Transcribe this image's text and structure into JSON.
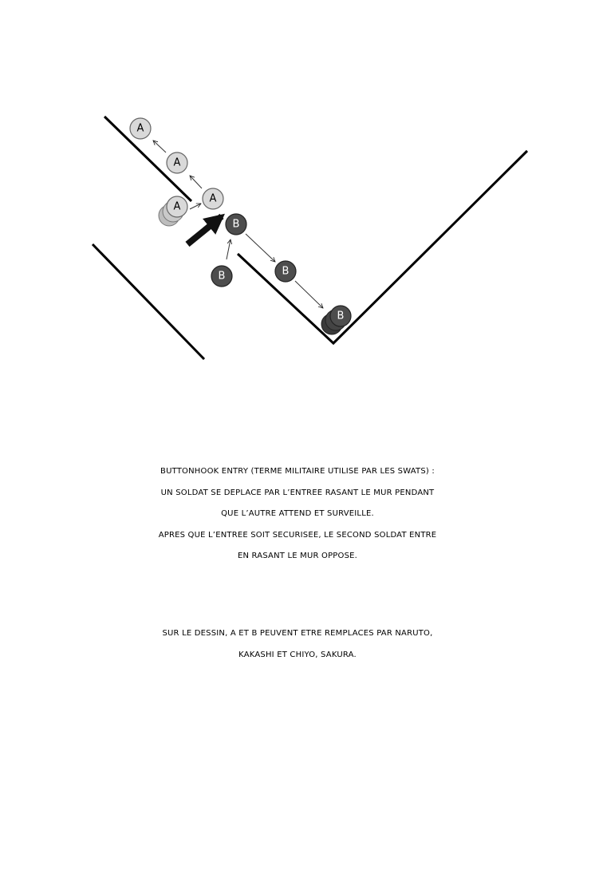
{
  "diagram": {
    "agent_a_label": "A",
    "agent_b_label": "B"
  },
  "explanation": {
    "lines": [
      "Buttonhook entry (terme militaire utilise par les SWATs) :",
      "un soldat se deplace par l’entree rasant le mur pendant",
      "que l’autre attend et surveille.",
      "Apres que l’entree soit securisee, le second soldat entre",
      "en rasant le mur oppose."
    ]
  },
  "note": {
    "lines": [
      "Sur le dessin, A et B peuvent etre remplaces par Naruto,",
      "Kakashi et Chiyo, Sakura."
    ]
  }
}
